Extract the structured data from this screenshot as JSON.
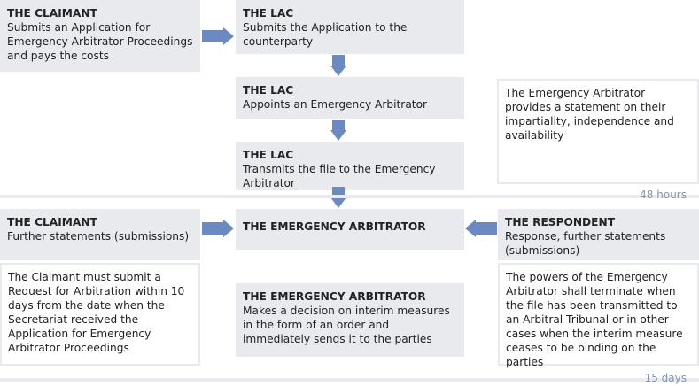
{
  "claimant_submit": {
    "title": "THE CLAIMANT",
    "body": "Submits an Application for Emergency Arbitrator Proceedings and pays the costs"
  },
  "lac_submit": {
    "title": "THE LAC",
    "body": "Submits the Application to the counterparty"
  },
  "lac_appoint": {
    "title": "THE LAC",
    "body": "Appoints an Emergency Arbitrator"
  },
  "lac_transmit": {
    "title": "THE LAC",
    "body": "Transmits the file to the Emergency Arbitrator"
  },
  "arbitrator_statement": {
    "body": "The Emergency Arbitrator provides a statement on their impartiality, independence and availability"
  },
  "duration_first": "48 hours",
  "claimant_further": {
    "title": "THE CLAIMANT",
    "body": "Further statements (submissions)"
  },
  "emergency_arbitrator": {
    "title": "THE EMERGENCY ARBITRATOR"
  },
  "respondent": {
    "title": "THE RESPONDENT",
    "body": "Response, further statements (submissions)"
  },
  "claimant_note": {
    "body": "The Claimant must submit a Request for Arbitration within 10 days from the date when the Secretariat received the Application for Emergency Arbitrator Proceedings"
  },
  "arbitrator_decision": {
    "title": "THE EMERGENCY ARBITRATOR",
    "body": "Makes a decision on interim measures in the form of an order and immediately sends it to the parties"
  },
  "powers_note": {
    "body": "The powers of the Emergency Arbitrator shall terminate when the file has been transmitted to an Arbitral Tribunal or in other cases when the interim measure ceases to be binding on the parties"
  },
  "duration_second": "15 days",
  "colors": {
    "box_fill": "#e9eaee",
    "arrow": "#6c8ac0",
    "duration_text": "#8293b8"
  }
}
